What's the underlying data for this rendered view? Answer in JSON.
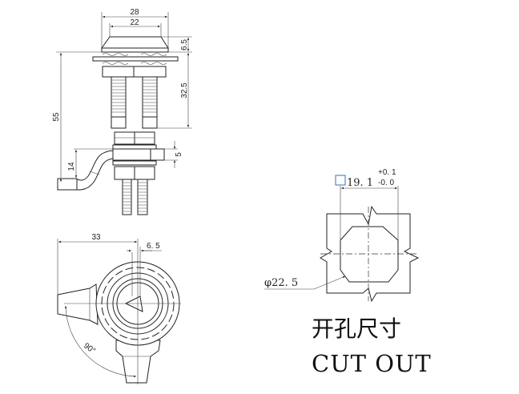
{
  "front_view": {
    "dim_overall_width": "28",
    "dim_cap_width": "22",
    "dim_cap_height": "6.5",
    "dim_body_length": "32.5",
    "dim_total_length": "55",
    "dim_cam_thickness": "5",
    "dim_cam_offset": "14"
  },
  "bottom_view": {
    "dim_cam_reach": "33",
    "dim_triangle_offset": "6. 5",
    "dim_rotation_angle": "90°"
  },
  "cutout": {
    "square_symbol": "□",
    "width_value": "19. 1",
    "tolerance_upper": "+0. 1",
    "tolerance_lower": "-0. 0",
    "diameter_label": "φ22. 5",
    "title_cn": "开孔尺寸",
    "title_en": "CUT OUT"
  }
}
